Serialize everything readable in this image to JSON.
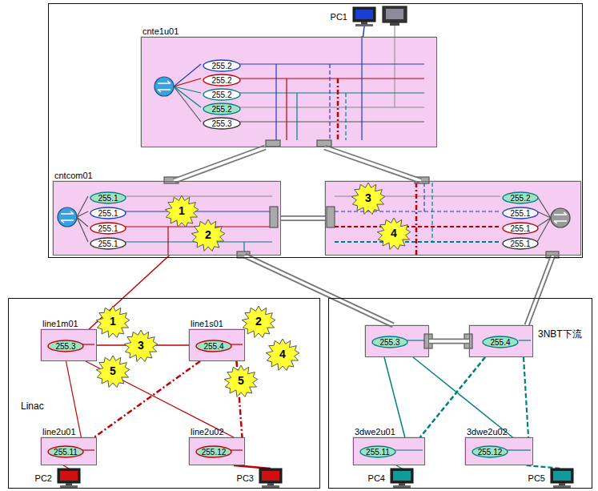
{
  "diagram": {
    "nodes": [
      {},
      {
        "text": [
          "PC1"
        ],
        "in": 0
      },
      {
        "text": [
          "cnte1u01"
        ],
        "in": 0
      },
      {
        "text": [
          "255.2"
        ],
        "in": 2
      },
      {
        "text": [
          "255.2"
        ],
        "in": 2
      },
      {
        "text": [
          "255.2"
        ],
        "in": 2
      },
      {
        "text": [
          "255.2"
        ],
        "in": 2
      },
      {
        "text": [
          "255.3"
        ],
        "in": 2
      },
      {
        "text": [
          "cntcom01"
        ],
        "in": 0
      },
      {
        "text": [
          "255.1"
        ],
        "in": 8
      },
      {
        "text": [
          "255.1"
        ],
        "in": 8
      },
      {
        "text": [
          "255.1"
        ],
        "in": 8
      },
      {
        "text": [
          "255.1"
        ],
        "in": 8
      },
      {
        "text": [
          "1"
        ],
        "in": 8
      },
      {
        "text": [
          "2"
        ],
        "in": 8
      },
      {
        "in": 0
      },
      {
        "text": [
          "255.2"
        ],
        "in": 15
      },
      {
        "text": [
          "255.1"
        ],
        "in": 15
      },
      {
        "text": [
          "255.1"
        ],
        "in": 15
      },
      {
        "text": [
          "255.1"
        ],
        "in": 15
      },
      {
        "text": [
          "3"
        ],
        "in": 15
      },
      {
        "text": [
          "4"
        ],
        "in": 15
      },
      {
        "text": [
          "Linac"
        ]
      },
      {
        "text": [
          "line1m01"
        ],
        "in": 22
      },
      {
        "text": [
          "255.3"
        ],
        "in": 23
      },
      {
        "text": [
          "line1s01"
        ],
        "in": 22
      },
      {
        "text": [
          "255.4"
        ],
        "in": 25
      },
      {
        "text": [
          "line2u01"
        ],
        "in": 22
      },
      {
        "text": [
          "255.11"
        ],
        "in": 27
      },
      {
        "text": [
          "line2u02"
        ],
        "in": 22
      },
      {
        "text": [
          "255.12"
        ],
        "in": 29
      },
      {
        "text": [
          "1"
        ],
        "in": 22
      },
      {
        "text": [
          "3"
        ],
        "in": 22
      },
      {
        "text": [
          "5"
        ],
        "in": 22
      },
      {
        "text": [
          "2"
        ],
        "in": 22
      },
      {
        "text": [
          "5"
        ],
        "in": 22
      },
      {
        "text": [
          "4"
        ],
        "in": 22
      },
      {
        "text": [
          "PC2"
        ],
        "in": 22
      },
      {
        "text": [
          "PC3"
        ],
        "in": 22
      },
      {
        "text": [
          "3NBT下流"
        ]
      },
      {
        "in": 39
      },
      {
        "text": [
          "255.3"
        ],
        "in": 40
      },
      {
        "in": 39
      },
      {
        "text": [
          "255.4"
        ],
        "in": 42
      },
      {
        "text": [
          "3dwe2u01"
        ],
        "in": 39
      },
      {
        "text": [
          "255.11"
        ],
        "in": 44
      },
      {
        "text": [
          "3dwe2u02"
        ],
        "in": 39
      },
      {
        "text": [
          "255.12"
        ],
        "in": 46
      },
      {
        "text": [
          "PC4"
        ],
        "in": 39
      },
      {
        "text": [
          "PC5"
        ],
        "in": 39
      }
    ],
    "edges": [
      {
        "from": 2,
        "to": 1,
        "arrow": "none"
      },
      {
        "from": 2,
        "to": 8,
        "arrow": "none"
      },
      {
        "from": 2,
        "to": 15,
        "arrow": "none"
      },
      {
        "from": 8,
        "to": 15,
        "arrow": "none"
      },
      {
        "from": 8,
        "to": 23,
        "arrow": "none"
      },
      {
        "from": 8,
        "to": 40,
        "arrow": "none"
      },
      {
        "from": 15,
        "to": 42,
        "arrow": "none"
      },
      {
        "from": 23,
        "to": 25,
        "arrow": "none"
      },
      {
        "from": 23,
        "to": 27,
        "arrow": "none"
      },
      {
        "from": 23,
        "to": 29,
        "arrow": "none"
      },
      {
        "from": 25,
        "to": 27,
        "arrow": "none"
      },
      {
        "from": 25,
        "to": 29,
        "arrow": "none"
      },
      {
        "from": 40,
        "to": 42,
        "arrow": "none"
      },
      {
        "from": 40,
        "to": 44,
        "arrow": "none"
      },
      {
        "from": 40,
        "to": 46,
        "arrow": "none"
      },
      {
        "from": 42,
        "to": 44,
        "arrow": "none"
      },
      {
        "from": 42,
        "to": 46,
        "arrow": "none"
      },
      {
        "from": 27,
        "to": 37,
        "arrow": "none"
      },
      {
        "from": 29,
        "to": 38,
        "arrow": "none"
      },
      {
        "from": 44,
        "to": 48,
        "arrow": "none"
      },
      {
        "from": 46,
        "to": 49,
        "arrow": "none"
      }
    ]
  }
}
